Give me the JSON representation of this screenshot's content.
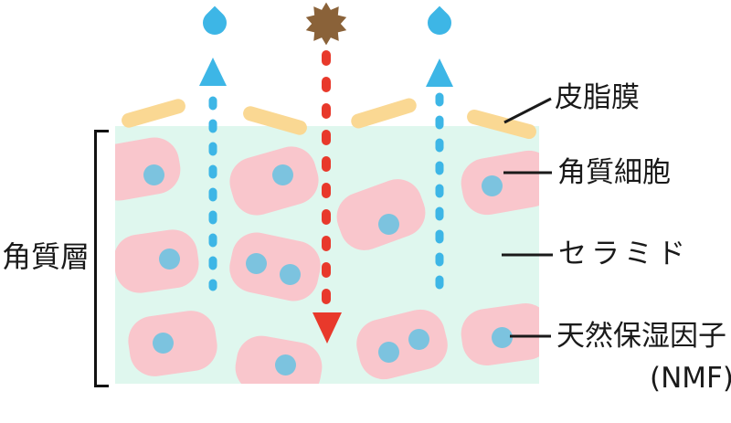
{
  "labels": {
    "stratum_corneum": "角質層",
    "sebum_film": "皮脂膜",
    "corneocyte": "角質細胞",
    "ceramide": "セラミド",
    "nmf": "天然保湿因子",
    "nmf_paren": "(NMF)"
  },
  "colors": {
    "background": "#ffffff",
    "stratum_box_mint": "#dff7ee",
    "corneocyte_pink": "#f9c6cc",
    "nmf_dot_blue": "#7cc3df",
    "sebum_yellow": "#fad893",
    "water_blue": "#3db6e6",
    "irritant_brown": "#8a6239",
    "arrow_red": "#e8392b",
    "text_line_black": "#1a1a1a"
  },
  "figures": {
    "water_drop_icons": 2,
    "up_evaporation_arrows": 2,
    "irritant_star_icons": 1,
    "down_penetration_arrows": 1,
    "sebum_bars": 4,
    "corneocyte_cells": 10,
    "nmf_dots": 12
  }
}
